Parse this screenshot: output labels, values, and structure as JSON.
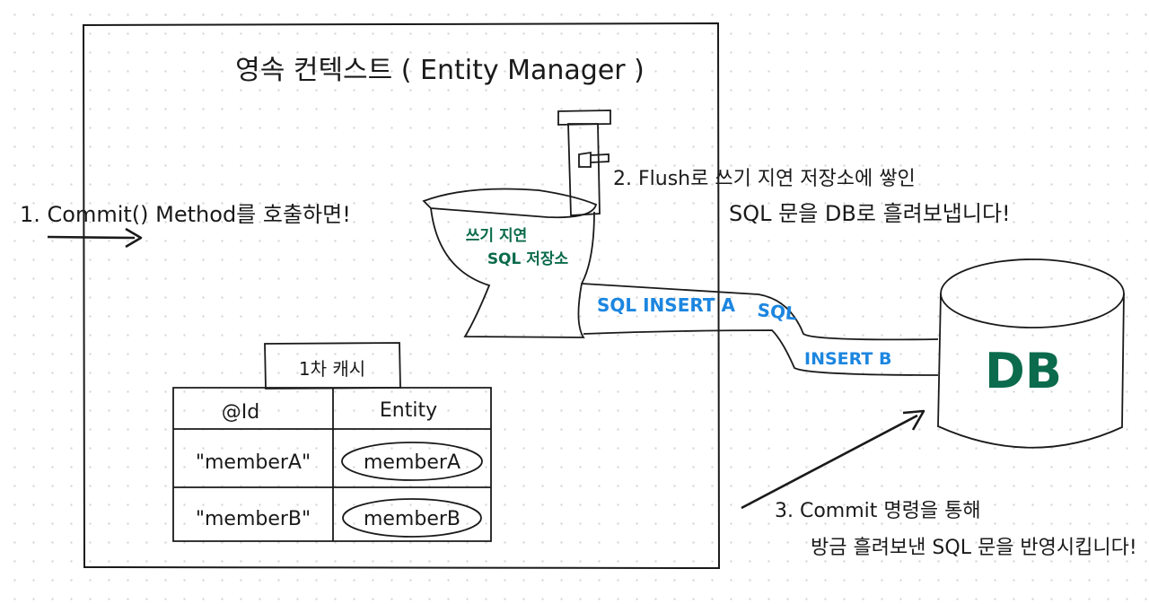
{
  "context_title": "영속 컨텍스트 ( Entity Manager )",
  "step1": "1. Commit() Method를 호출하면!",
  "step2_line1": "2. Flush로 쓰기 지연 저장소에 쌓인",
  "step2_line2": "SQL 문을 DB로 흘려보냅니다!",
  "step3_line1": "3. Commit 명령을 통해",
  "step3_line2": "방금 흘려보낸 SQL 문을 반영시킵니다!",
  "store_label_line1": "쓰기 지연",
  "store_label_line2": "SQL 저장소",
  "pipe_sql_a": "SQL INSERT A",
  "pipe_sql_b_line1": "SQL",
  "pipe_sql_b_line2": "INSERT B",
  "db_label": "DB",
  "cache": {
    "title": "1차 캐시",
    "headers": [
      "@Id",
      "Entity"
    ],
    "rows": [
      {
        "id": "\"memberA\"",
        "entity": "memberA"
      },
      {
        "id": "\"memberB\"",
        "entity": "memberB"
      }
    ]
  },
  "colors": {
    "ink": "#1a1a1a",
    "green": "#0b6b4c",
    "blue": "#1c86e0"
  }
}
